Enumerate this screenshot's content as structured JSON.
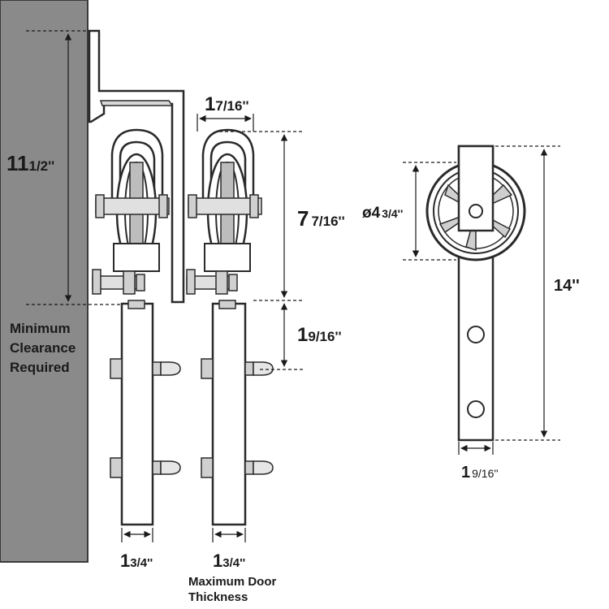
{
  "labels": {
    "clearance_line1": "Minimum",
    "clearance_line2": "Clearance",
    "clearance_line3": "Required",
    "door_thickness_line1": "Maximum Door",
    "door_thickness_line2": "Thickness"
  },
  "dimensions": {
    "height_total_side": {
      "whole": "11",
      "frac": "1/2''"
    },
    "track_width": {
      "whole": "1",
      "frac": "7/16''"
    },
    "hanger_height": {
      "whole": "7",
      "frac": "7/16''"
    },
    "bolt_offset": {
      "whole": "1",
      "frac": "9/16''"
    },
    "wheel_diameter": {
      "whole": "ø4",
      "frac": "3/4''"
    },
    "strap_length": {
      "whole": "14''",
      "frac": ""
    },
    "strap_width": {
      "whole": "1",
      "frac": "9/16''"
    },
    "door_thickness_left": {
      "whole": "1",
      "frac": "3/4''"
    },
    "door_thickness_right": {
      "whole": "1",
      "frac": "3/4''"
    }
  },
  "colors": {
    "wall": "#8a8a8a",
    "wall_edge": "#3a3a3a",
    "line": "#1a1a1a"
  }
}
